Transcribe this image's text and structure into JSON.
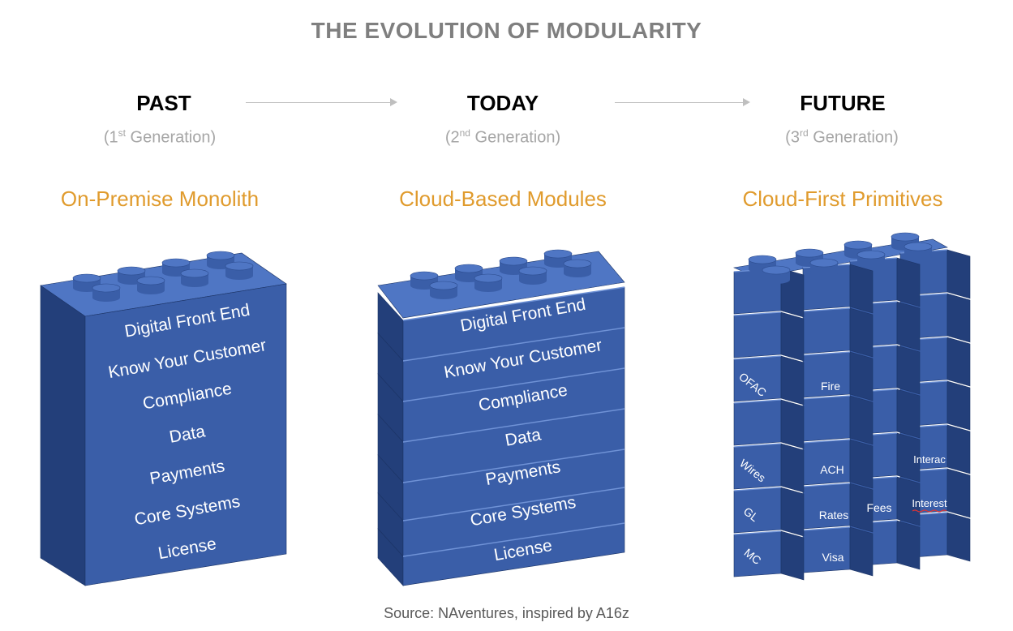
{
  "title": "THE EVOLUTION OF MODULARITY",
  "columns": [
    {
      "era": "PAST",
      "gen_prefix": "(1",
      "gen_sup": "st",
      "gen_suffix": " Generation)",
      "concept": "On-Premise Monolith",
      "layers": [
        "Digital Front End",
        "Know Your Customer",
        "Compliance",
        "Data",
        "Payments",
        "Core Systems",
        "License"
      ]
    },
    {
      "era": "TODAY",
      "gen_prefix": "(2",
      "gen_sup": "nd",
      "gen_suffix": " Generation)",
      "concept": "Cloud-Based Modules",
      "layers": [
        "Digital Front End",
        "Know Your Customer",
        "Compliance",
        "Data",
        "Payments",
        "Core Systems",
        "License"
      ]
    },
    {
      "era": "FUTURE",
      "gen_prefix": "(3",
      "gen_sup": "rd",
      "gen_suffix": " Generation)",
      "concept": "Cloud-First Primitives",
      "primitives": [
        "OFAC",
        "Fire",
        "Wires",
        "ACH",
        "Interac",
        "GL",
        "Rates",
        "Fees",
        "Interest",
        "MC",
        "Visa"
      ]
    }
  ],
  "source": "Source: NAventures, inspired by A16z",
  "colors": {
    "brick_front": "#3a5ea8",
    "brick_top": "#4f76c4",
    "brick_side": "#233f7a",
    "concept_text": "#e09b2d",
    "title_text": "#7f7f7f"
  }
}
